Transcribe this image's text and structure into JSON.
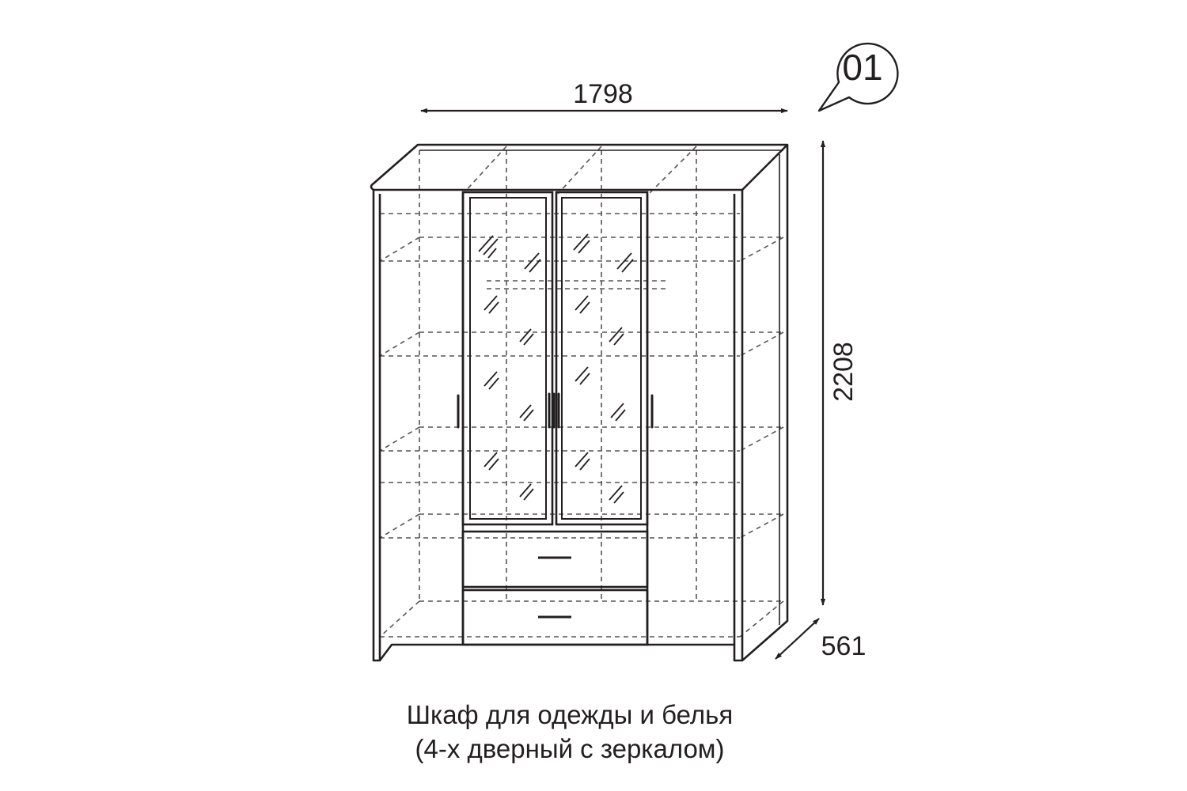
{
  "badge": {
    "number": "01"
  },
  "dimensions": {
    "width": "1798",
    "height": "2208",
    "depth": "561"
  },
  "caption": {
    "line1": "Шкаф для одежды и белья",
    "line2": "(4-х дверный с зеркалом)"
  },
  "colors": {
    "ink": "#231f20",
    "dash": "#555555",
    "background": "#ffffff"
  }
}
